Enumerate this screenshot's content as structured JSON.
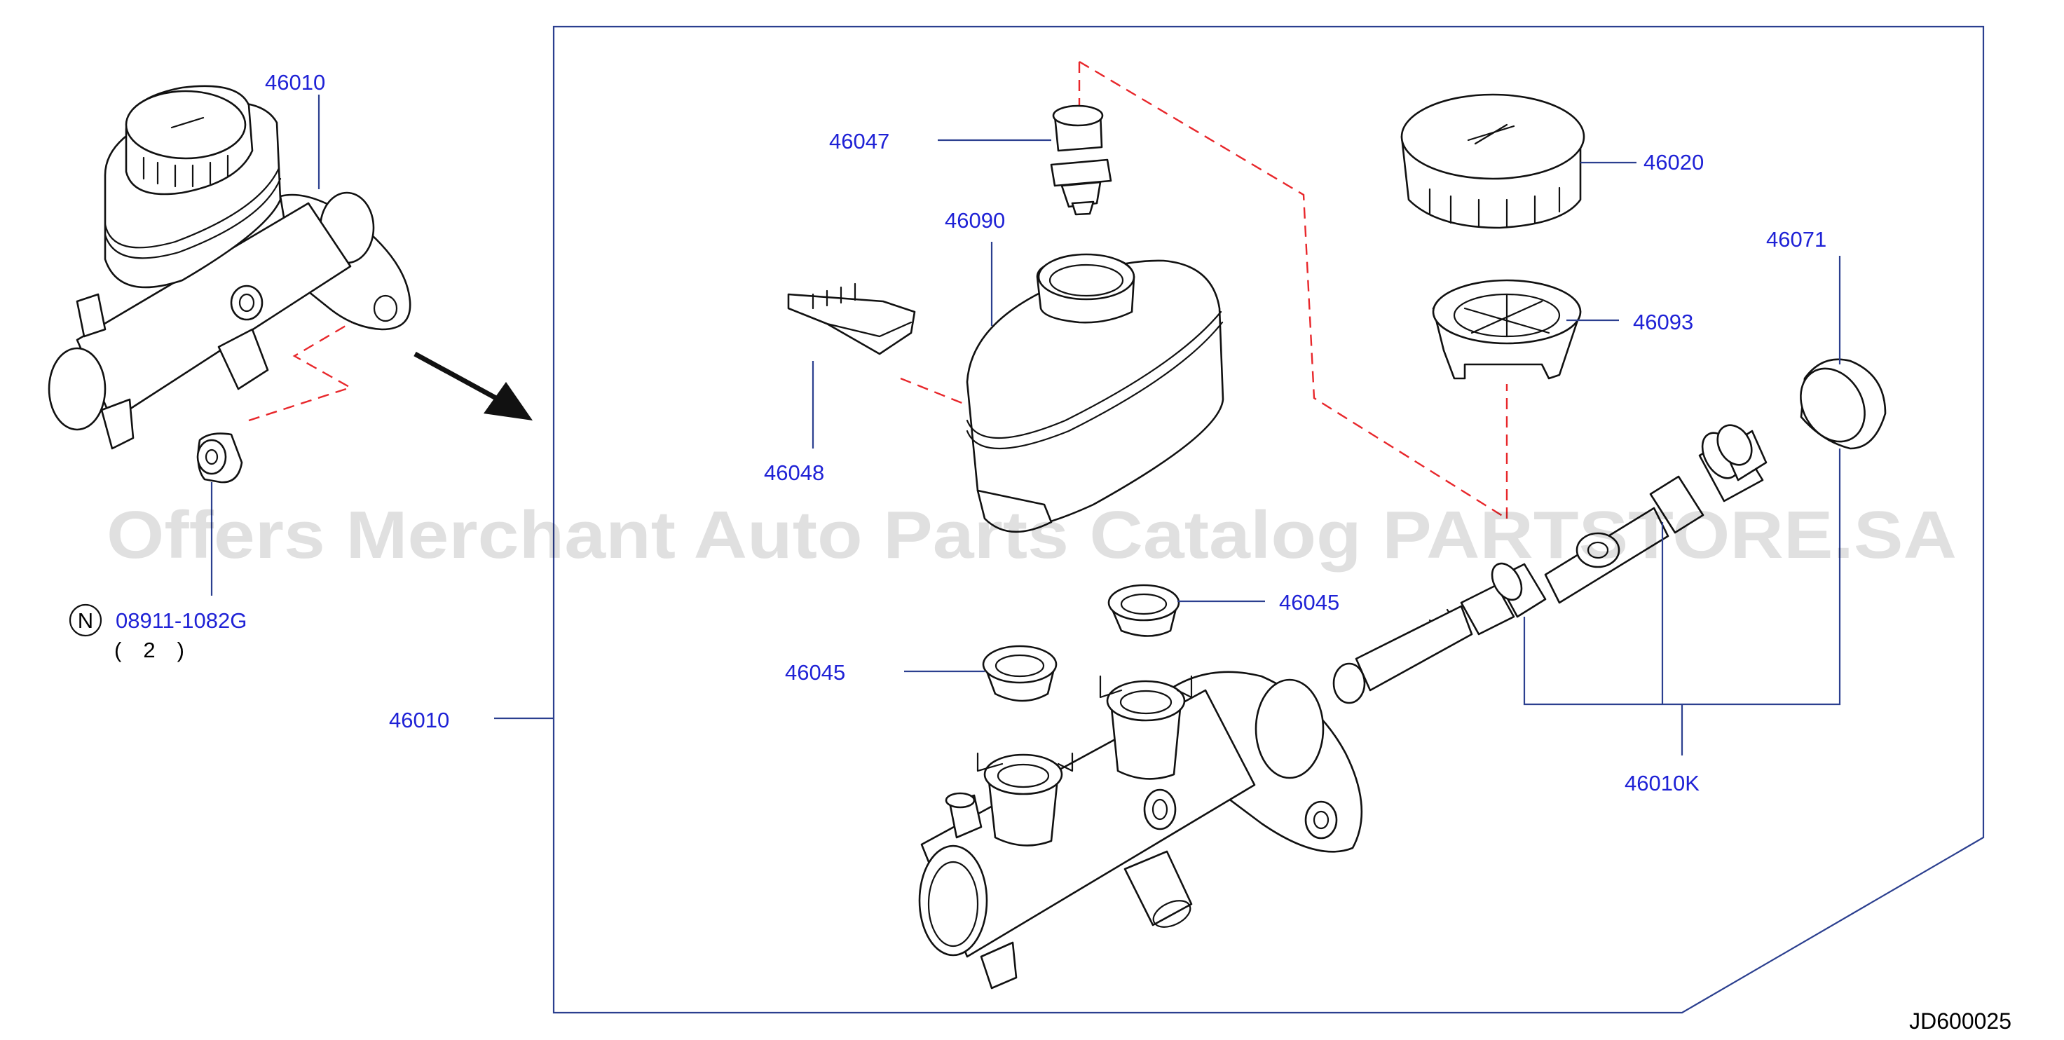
{
  "callouts": {
    "assy_top": "46010",
    "cap_sensor": "46047",
    "reservoir": "46090",
    "connector": "46048",
    "cap": "46020",
    "strainer": "46093",
    "seal_ring": "46071",
    "grommet_right": "46045",
    "grommet_left": "46045",
    "assy_left": "46010",
    "kit": "46010K"
  },
  "nut": {
    "symbol": "N",
    "part_no": "08911-1082G",
    "qty": "( 2 )"
  },
  "diagram_code": "JD600025",
  "watermark": "Offers Merchant Auto Parts Catalog PARTSTORE.SA",
  "colors": {
    "callout": "#1f22d6",
    "frame": "#2b3f8f",
    "dashed": "#e8272b"
  }
}
